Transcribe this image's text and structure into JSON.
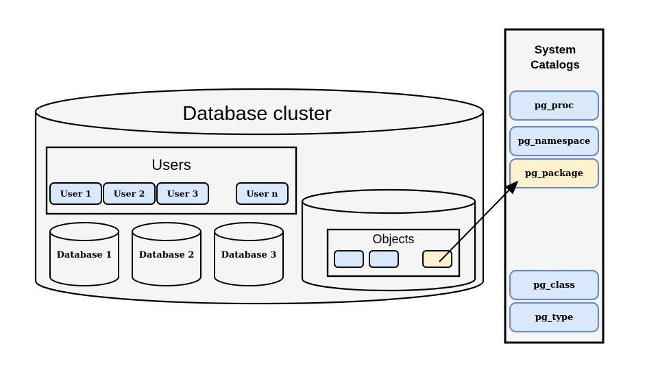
{
  "diagram": {
    "title": "Database cluster diagram with System Catalogs",
    "background": "#ffffff"
  },
  "colors": {
    "shape_fill": "#f5f5f5",
    "stroke": "#000000",
    "blue_fill": "#dae8fc",
    "blue_stroke": "#6c8ebf",
    "yellow_fill": "#fff2cc",
    "yellow_stroke": "#d6b656",
    "chip_stroke_black": "#000000",
    "arrow": "#000000"
  },
  "cluster": {
    "title": "Database  cluster",
    "users": {
      "title": "Users",
      "items": [
        {
          "label": "User 1"
        },
        {
          "label": "User 2"
        },
        {
          "label": "User 3"
        },
        {
          "label": "User n"
        }
      ]
    },
    "databases": [
      {
        "label": "Database 1"
      },
      {
        "label": "Database 2"
      },
      {
        "label": "Database 3"
      }
    ],
    "objects_cylinder": {
      "title": "Objects",
      "items": [
        {
          "label": "",
          "state": "normal"
        },
        {
          "label": "",
          "state": "normal"
        },
        {
          "label": "",
          "state": "highlighted"
        }
      ]
    }
  },
  "system_catalogs": {
    "title": "System Catalogs",
    "title_line1": "System",
    "title_line2": "Catalogs",
    "items": [
      {
        "label": "pg_proc",
        "state": "normal"
      },
      {
        "label": "pg_namespace",
        "state": "normal"
      },
      {
        "label": "pg_package",
        "state": "highlighted"
      },
      {
        "label": "pg_class",
        "state": "normal"
      },
      {
        "label": "pg_type",
        "state": "normal"
      }
    ]
  },
  "connector": {
    "name": "objects-to-pg-package-arrow",
    "from": "objects-item-3",
    "to": "catalog-item-pg_package"
  }
}
